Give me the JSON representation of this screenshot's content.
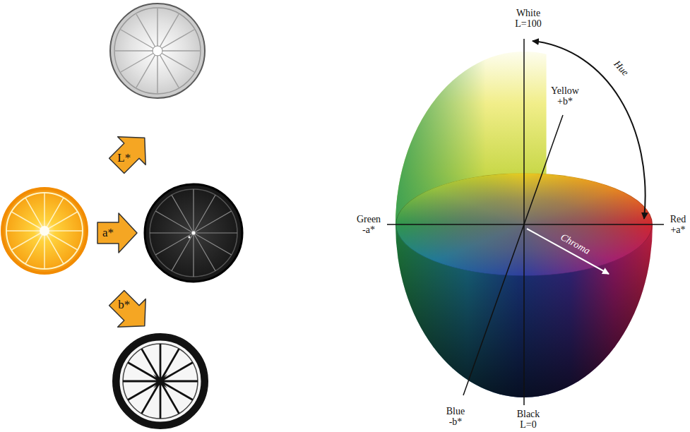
{
  "diagram": {
    "nodes": [
      {
        "text": [
          "L*"
        ]
      },
      {
        "text": [
          "a*"
        ]
      },
      {
        "text": [
          "b*"
        ]
      }
    ],
    "labels": [
      "White L=100",
      "Yellow +b*",
      "Hue",
      "Green -a*",
      "Red +a*",
      "Chroma",
      "Blue -b*",
      "Black L=0"
    ]
  }
}
